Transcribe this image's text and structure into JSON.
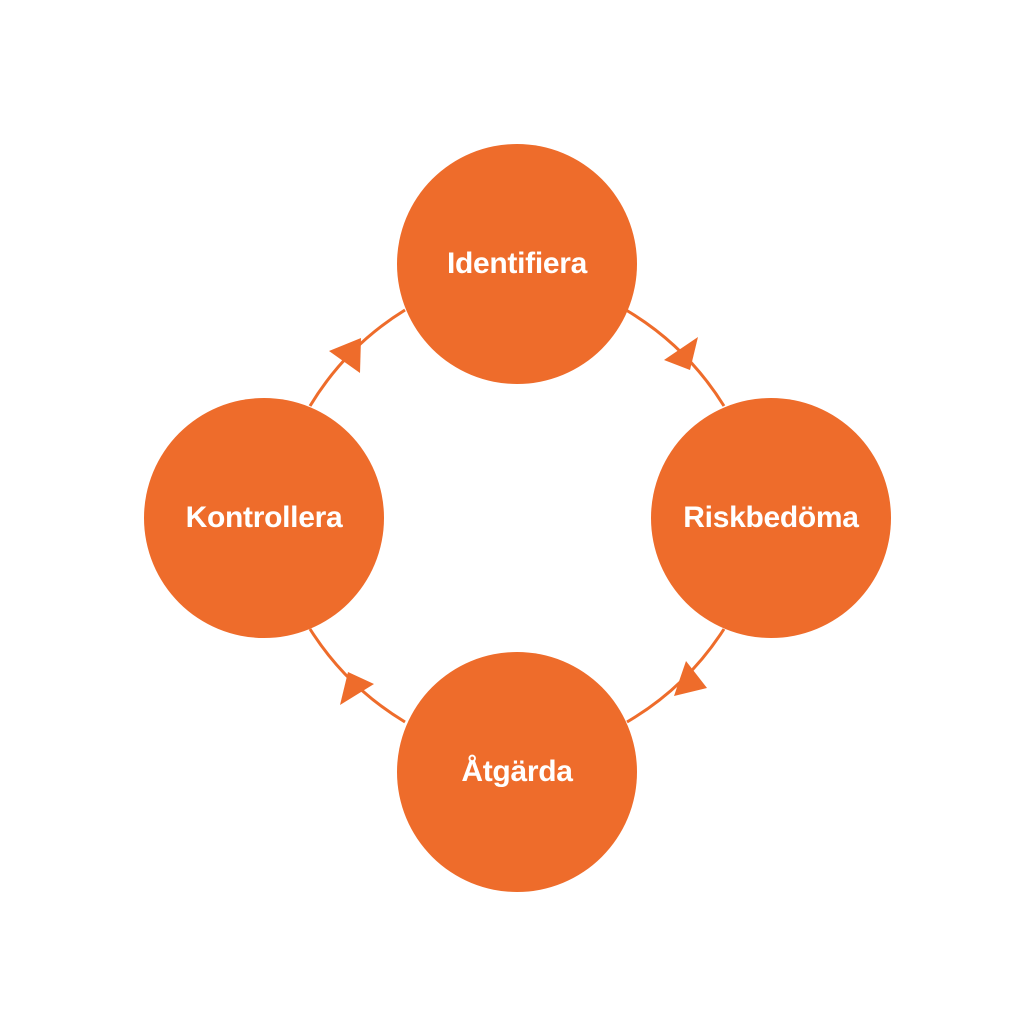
{
  "colors": {
    "accent": "#ee6c2b",
    "background": "#ffffff",
    "label": "#ffffff"
  },
  "cycle": {
    "steps": [
      {
        "label": "Identifiera"
      },
      {
        "label": "Riskbedöma"
      },
      {
        "label": "Åtgärda"
      },
      {
        "label": "Kontrollera"
      }
    ]
  }
}
